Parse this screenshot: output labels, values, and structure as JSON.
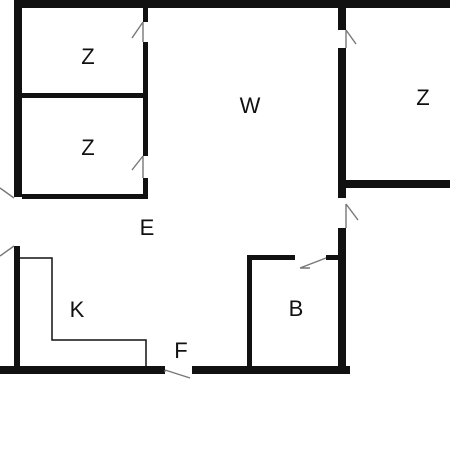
{
  "rooms": {
    "z_top_left": "Z",
    "z_mid_left": "Z",
    "w": "W",
    "z_right": "Z",
    "e": "E",
    "k": "K",
    "b": "B",
    "f": "F"
  }
}
